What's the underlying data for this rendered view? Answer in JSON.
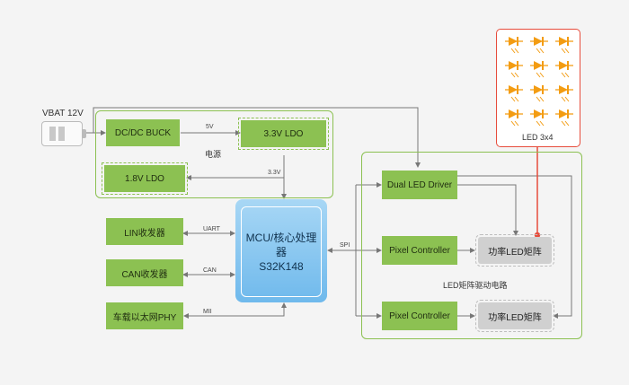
{
  "vbat": {
    "label": "VBAT 12V"
  },
  "power": {
    "group_label": "电源",
    "dcdc": "DC/DC BUCK",
    "ldo33": "3.3V LDO",
    "ldo18": "1.8V LDO",
    "wire_5v": "5V",
    "wire_33v": "3.3V"
  },
  "mcu": {
    "line1": "MCU/核心处理器",
    "line2": "S32K148"
  },
  "left": {
    "lin": "LIN收发器",
    "can": "CAN收发器",
    "eth": "车载以太网PHY",
    "wire_uart": "UART",
    "wire_can": "CAN",
    "wire_mii": "MII"
  },
  "driver": {
    "group_label": "LED矩阵驱动电路",
    "dual": "Dual LED Driver",
    "pixel1": "Pixel Controller",
    "pixel2": "Pixel Controller",
    "matrix1": "功率LED矩阵",
    "matrix2": "功率LED矩阵",
    "wire_spi": "SPI"
  },
  "led": {
    "label": "LED 3x4",
    "rows": 4,
    "cols": 3,
    "color": "#f39c12"
  },
  "colors": {
    "green": "#8cc152",
    "mcu_blue": "#6fb9ec",
    "wire": "#777777",
    "accent_red": "#e74c3c"
  }
}
